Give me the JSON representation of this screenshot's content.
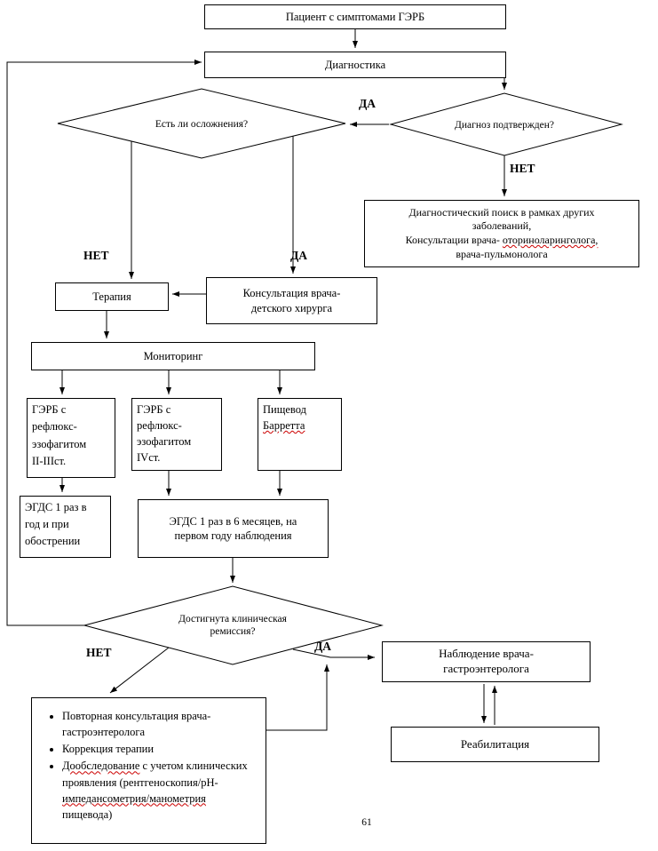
{
  "page_number": "61",
  "colors": {
    "line_color": "#000000",
    "spellcheck_color": "#cc0000"
  },
  "labels": {
    "da_confirm": "ДА",
    "net_confirm": "НЕТ",
    "net_complications": "НЕТ",
    "da_complications": "ДА",
    "net_remission": "НЕТ",
    "da_remission": "ДА"
  },
  "nodes": {
    "patient": "Пациент с симптомами ГЭРБ",
    "diagnostics": "Диагностика",
    "confirmed_q": "Диагноз подтвержден?",
    "complications_q": "Есть ли осложнения?",
    "diag_search": {
      "line1": "Диагностический поиск в рамках других",
      "line2": "заболеваний,",
      "line3a": "Консультации врача- ",
      "line3b": "оториноларинголога,",
      "line4": "врача-пульмонолога"
    },
    "therapy": "Терапия",
    "surgeon": {
      "line1": "Консультация врача-",
      "line2": "детского хирурга"
    },
    "monitoring": "Мониторинг",
    "gerb_2_3": {
      "line1": "ГЭРБ с",
      "line2": "рефлюкс-",
      "line3": "эзофагитом",
      "line4": "II-IIIст."
    },
    "gerb_4": {
      "line1": "ГЭРБ с",
      "line2": "рефлюкс-",
      "line3": "эзофагитом",
      "line4": "IVст."
    },
    "barrett": {
      "line1": "Пищевод",
      "line2": "Барретта"
    },
    "egds_yearly": {
      "line1": "ЭГДС 1 раз в",
      "line2": "год и при",
      "line3": "обострении"
    },
    "egds_6m": {
      "line1": "ЭГДС 1 раз в 6 месяцев, на",
      "line2": "первом году наблюдения"
    },
    "remission_q": {
      "line1": "Достигнута клиническая",
      "line2": "ремиссия?"
    },
    "no_remission_actions": {
      "item1": "Повторная консультация врача-гастроэнтеролога",
      "item2": "Коррекция терапии",
      "item3a": "Дообследование",
      "item3b": " с учетом клинических проявления (рентгеноскопия/рН-",
      "item3c": "импедансометрия/манометрия",
      "item3d": " пищевода)"
    },
    "observation": {
      "line1": "Наблюдение врача-",
      "line2": "гастроэнтеролога"
    },
    "rehabilitation": "Реабилитация"
  }
}
